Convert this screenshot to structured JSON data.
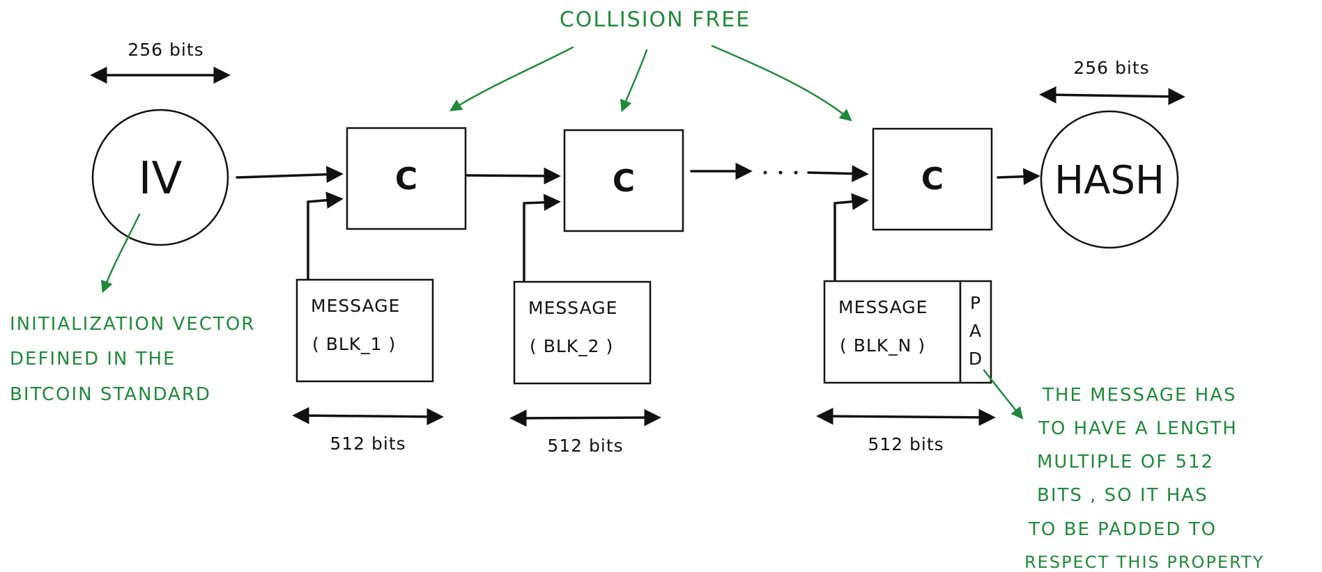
{
  "iv": {
    "label": "IV",
    "width": "256 bits"
  },
  "hash": {
    "label": "HASH",
    "width": "256 bits"
  },
  "compressors": [
    {
      "label": "C"
    },
    {
      "label": "C"
    },
    {
      "label": "C"
    }
  ],
  "blocks": [
    {
      "title": "MESSAGE",
      "sub": "( BLK_1 )",
      "width": "512 bits"
    },
    {
      "title": "MESSAGE",
      "sub": "( BLK_2 )",
      "width": "512 bits"
    },
    {
      "title": "MESSAGE",
      "sub": "( BLK_N )",
      "width": "512 bits"
    }
  ],
  "pad": {
    "letters": [
      "P",
      "A",
      "D"
    ]
  },
  "annotations": {
    "collision_free": "COLLISION FREE",
    "iv_note": [
      "INITIALIZATION VECTOR",
      "DEFINED IN THE",
      "BITCOIN STANDARD"
    ],
    "pad_note": [
      "THE MESSAGE HAS",
      "TO HAVE A LENGTH",
      "MULTIPLE OF 512",
      "BITS , SO IT HAS",
      "TO BE PADDED TO",
      "RESPECT THIS PROPERTY"
    ]
  },
  "colors": {
    "ink": "#111111",
    "annotation": "#1f8a3a"
  }
}
